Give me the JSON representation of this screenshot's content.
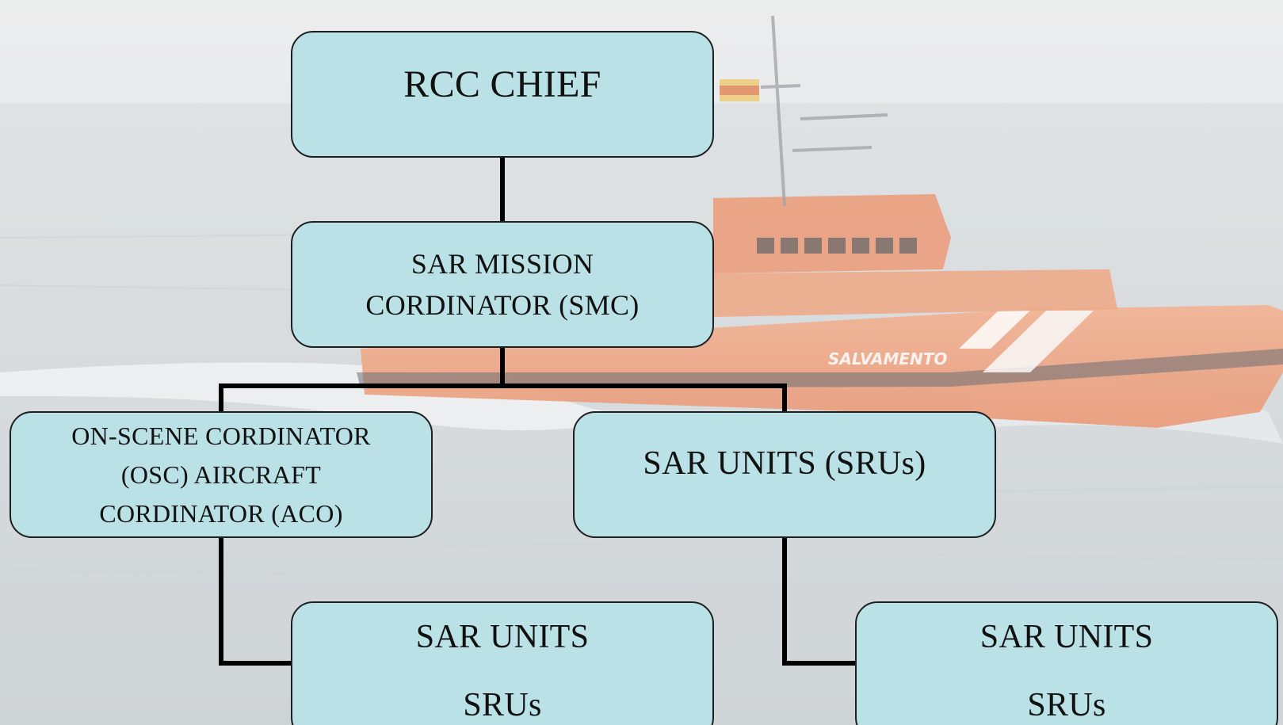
{
  "diagram": {
    "nodes": {
      "chief": {
        "lines": [
          "RCC CHIEF"
        ]
      },
      "smc": {
        "lines": [
          "SAR MISSION",
          "CORDINATOR (SMC)"
        ]
      },
      "osc": {
        "lines": [
          "ON-SCENE CORDINATOR",
          "(OSC) AIRCRAFT",
          "CORDINATOR (ACO)"
        ]
      },
      "sru": {
        "lines": [
          "SAR UNITS (SRUs)"
        ]
      },
      "sru_left": {
        "lines": [
          "SAR UNITS",
          "SRUs"
        ]
      },
      "sru_right": {
        "lines": [
          "SAR UNITS",
          "SRUs"
        ]
      }
    },
    "edges": [
      {
        "from": "chief",
        "to": "smc"
      },
      {
        "from": "smc",
        "to": "osc"
      },
      {
        "from": "smc",
        "to": "sru"
      },
      {
        "from": "osc",
        "to": "sru_left"
      },
      {
        "from": "sru",
        "to": "sru_right"
      }
    ]
  },
  "background": {
    "hull_text": "SALVAMENTO",
    "colors": {
      "sea": "#cdd3d6",
      "boat_hull": "#e8875a",
      "node_fill": "#bae1e5",
      "node_border": "#1f1f1f",
      "connector": "#000000"
    }
  }
}
